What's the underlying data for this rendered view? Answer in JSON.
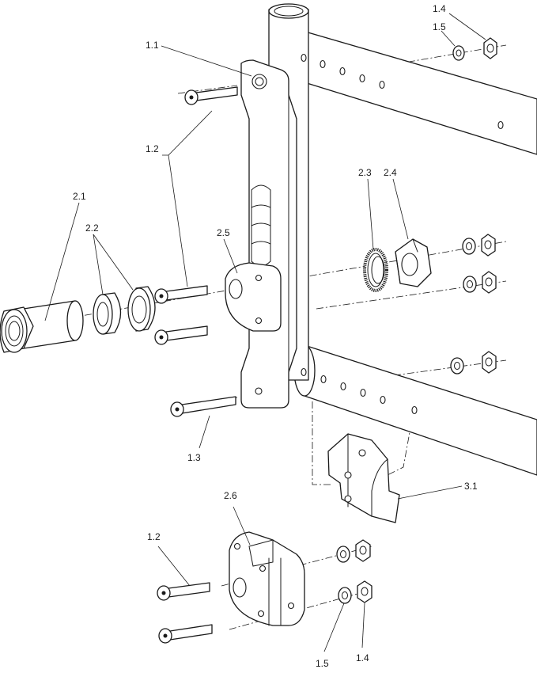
{
  "callouts": {
    "c1_1": "1.1",
    "c1_2_top": "1.2",
    "c1_3": "1.3",
    "c1_4_top": "1.4",
    "c1_5_top": "1.5",
    "c2_1": "2.1",
    "c2_2": "2.2",
    "c2_3": "2.3",
    "c2_4": "2.4",
    "c2_5": "2.5",
    "c2_6": "2.6",
    "c3_1": "3.1",
    "c1_2_bottom": "1.2",
    "c1_5_bottom": "1.5",
    "c1_4_bottom": "1.4"
  }
}
